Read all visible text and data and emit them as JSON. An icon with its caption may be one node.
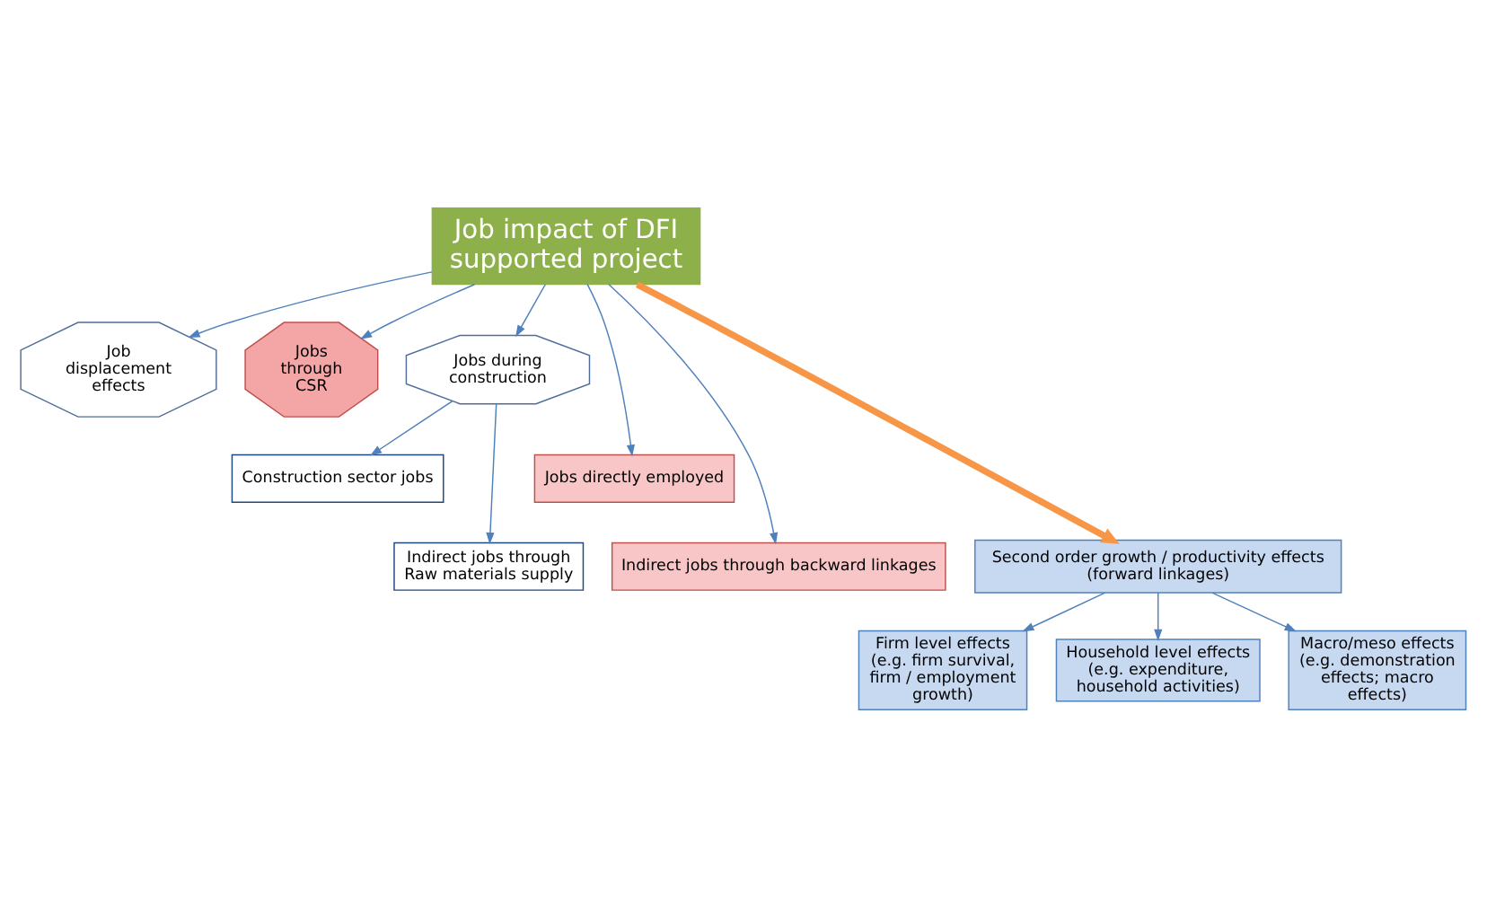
{
  "diagram": {
    "nodes": [
      {
        "text": [
          "Job displacement effects"
        ]
      },
      {
        "text": [
          "Jobs through CSR"
        ]
      },
      {
        "text": [
          "Job impact of DFI supported project"
        ]
      },
      {
        "text": [
          "Jobs during construction"
        ]
      },
      {
        "text": [
          "Jobs directly employed"
        ]
      },
      {
        "text": [
          "Construction sector jobs"
        ]
      },
      {
        "text": [
          "Indirect jobs through backward linkages"
        ]
      },
      {
        "text": [
          "Indirect jobs through Raw materials supply"
        ]
      },
      {
        "text": [
          "Second order growth / productivity effects (forward linkages)"
        ]
      },
      {
        "text": [
          "Firm level effects (e.g. firm survival, firm / employment growth)"
        ]
      },
      {
        "text": [
          "Household level effects (e.g. expenditure, household activities)"
        ]
      },
      {
        "text": [
          "Macro/meso effects (e.g. demonstration effects; macro effects)"
        ]
      }
    ],
    "edges": [
      {
        "from": 2,
        "to": 0,
        "arrow": "to"
      },
      {
        "from": 2,
        "to": 1,
        "arrow": "to"
      },
      {
        "from": 2,
        "to": 3,
        "arrow": "to"
      },
      {
        "from": 2,
        "to": 4,
        "arrow": "to"
      },
      {
        "from": 2,
        "to": 6,
        "arrow": "to"
      },
      {
        "from": 2,
        "to": 8,
        "arrow": "to",
        "style": "thick",
        "color": "#f79646"
      },
      {
        "from": 3,
        "to": 5,
        "arrow": "to"
      },
      {
        "from": 3,
        "to": 7,
        "arrow": "to"
      },
      {
        "from": 8,
        "to": 9,
        "arrow": "to"
      },
      {
        "from": 8,
        "to": 10,
        "arrow": "to"
      },
      {
        "from": 8,
        "to": 11,
        "arrow": "to"
      }
    ]
  }
}
